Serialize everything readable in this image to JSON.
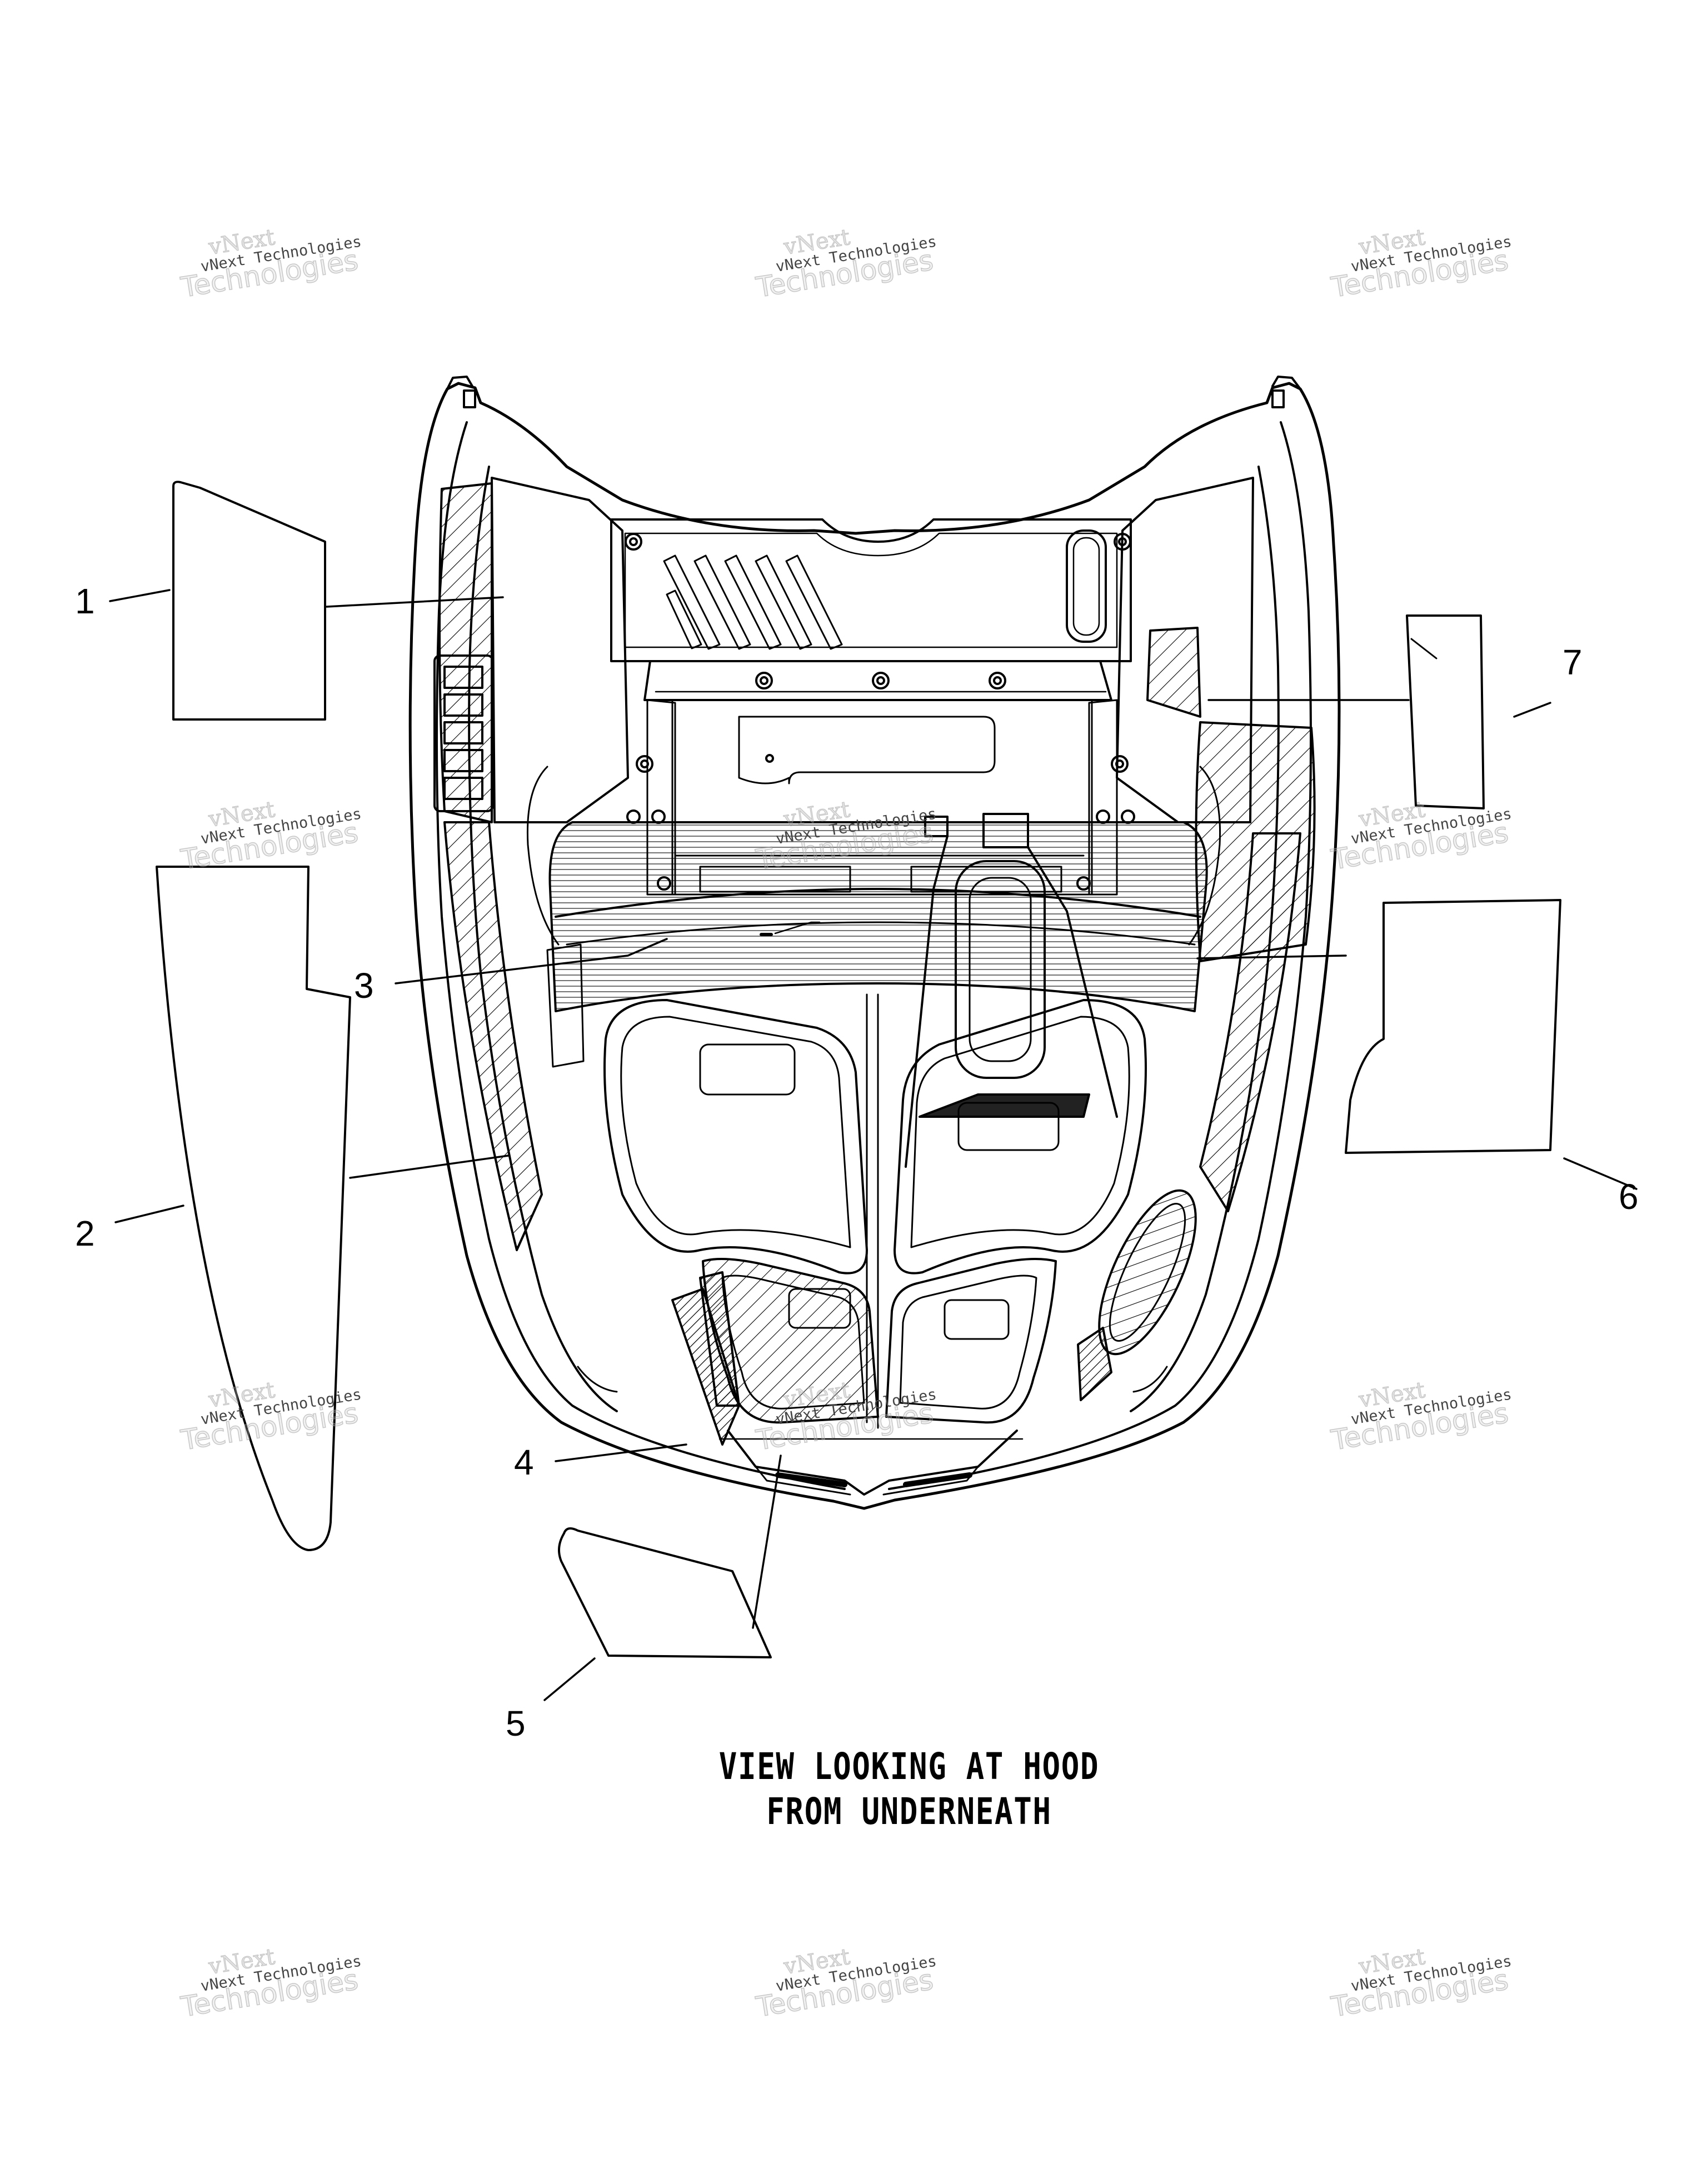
{
  "callouts": [
    {
      "id": "1",
      "label": "1"
    },
    {
      "id": "2",
      "label": "2"
    },
    {
      "id": "3",
      "label": "3"
    },
    {
      "id": "4",
      "label": "4"
    },
    {
      "id": "5",
      "label": "5"
    },
    {
      "id": "6",
      "label": "6"
    },
    {
      "id": "7",
      "label": "7"
    }
  ],
  "caption": {
    "line1": "VIEW LOOKING AT HOOD",
    "line2": "FROM UNDERNEATH"
  },
  "watermark": {
    "top": "vNext",
    "middle": "vNext Technologies",
    "bottom": "Technologies"
  }
}
